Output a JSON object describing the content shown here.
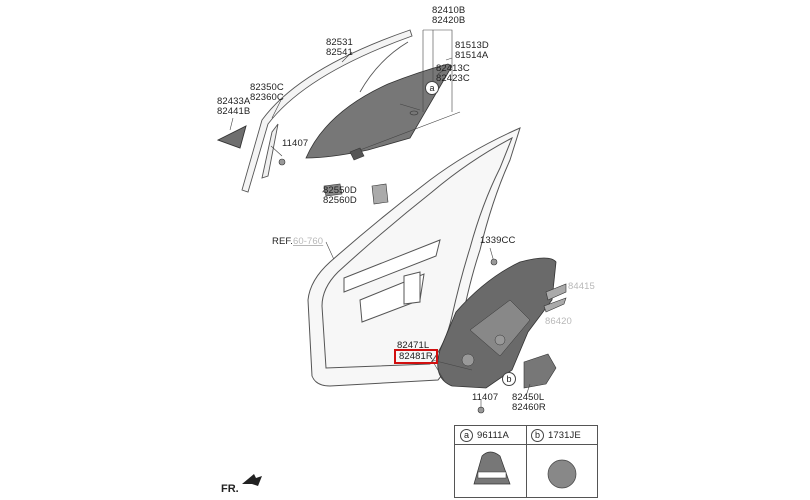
{
  "parts": {
    "p82410b": "82410B",
    "p82420b": "82420B",
    "p82531": "82531",
    "p82541": "82541",
    "p81513d": "81513D",
    "p81514a": "81514A",
    "p82413c": "82413C",
    "p82423c": "82423C",
    "p82350c": "82350C",
    "p82360c": "82360C",
    "p82433a": "82433A",
    "p82441b": "82441B",
    "p11407_top": "11407",
    "p82550d": "82550D",
    "p82560d": "82560D",
    "ref_prefix": "REF.",
    "ref_code": "60-760",
    "p1339cc": "1339CC",
    "p84415": "84415",
    "p86420": "86420",
    "p82471l": "82471L",
    "p82481r": "82481R",
    "p82450l": "82450L",
    "p82460r": "82460R",
    "p11407_bottom": "11407"
  },
  "callouts": {
    "a": "a",
    "b": "b"
  },
  "legend": {
    "a_letter": "a",
    "a_part": "96111A",
    "b_letter": "b",
    "b_part": "1731JE"
  },
  "front_label": "FR."
}
